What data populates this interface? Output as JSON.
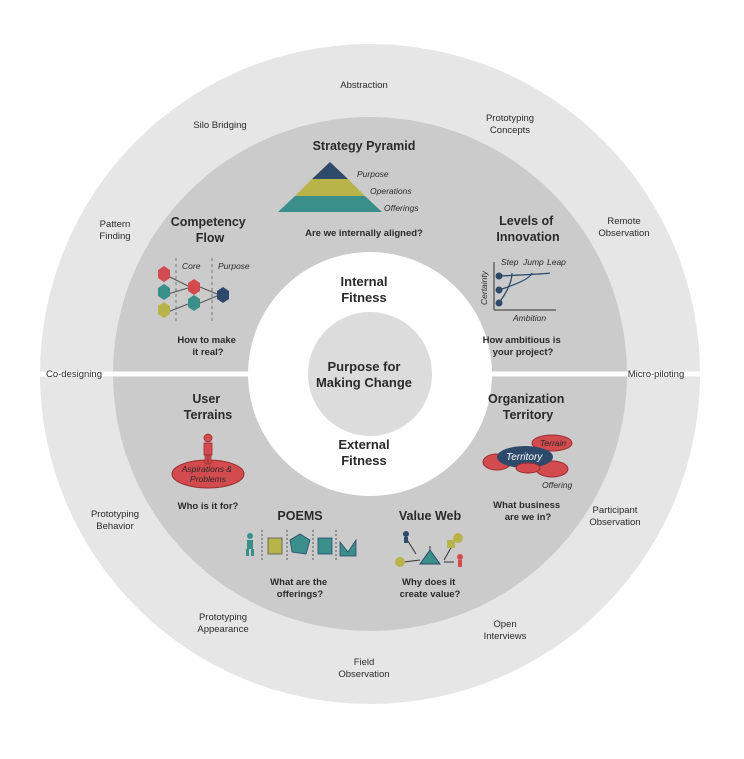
{
  "colors": {
    "outer_ring": "#e6e6e6",
    "middle_ring": "#cbcbcb",
    "inner_ring": "#ffffff",
    "core": "#dcdcdc",
    "divider": "#ffffff",
    "navy": "#2d4a6b",
    "teal": "#3a8f8a",
    "olive": "#b9b44a",
    "red": "#d24b4f"
  },
  "outer": [
    "Abstraction",
    "Prototyping Concepts",
    "Remote Observation",
    "Micro-piloting",
    "Participant Observation",
    "Open Interviews",
    "Field Observation",
    "Prototyping Appearance",
    "Prototyping Behavior",
    "Co-designing",
    "Pattern Finding",
    "Silo Bridging"
  ],
  "inner": {
    "top": "Internal Fitness",
    "bottom": "External Fitness",
    "center": "Purpose for Making Change"
  },
  "sections": {
    "strategy": {
      "title": "Strategy Pyramid",
      "question": "Are we internally aligned?",
      "labels": [
        "Purpose",
        "Operations",
        "Offerings"
      ]
    },
    "innovation": {
      "title": [
        "Levels of",
        "Innovation"
      ],
      "question": [
        "How ambitious is",
        "your project?"
      ],
      "steps": [
        "Step",
        "Jump",
        "Leap"
      ],
      "y_label": "Certainty",
      "x_label": "Ambition"
    },
    "competency": {
      "title": [
        "Competency",
        "Flow"
      ],
      "question": [
        "How to make",
        "it real?"
      ],
      "labels": [
        "Core",
        "Purpose"
      ]
    },
    "users": {
      "title": [
        "User",
        "Terrains"
      ],
      "question": "Who is it for?",
      "label": [
        "Aspirations &",
        "Problems"
      ]
    },
    "org": {
      "title": [
        "Organization",
        "Territory"
      ],
      "question": [
        "What business",
        "are we in?"
      ],
      "labels": [
        "Terrain",
        "Territory",
        "Offering"
      ]
    },
    "poems": {
      "title": "POEMS",
      "question": [
        "What are the",
        "offerings?"
      ]
    },
    "valueweb": {
      "title": "Value Web",
      "question": [
        "Why does it",
        "create value?"
      ]
    }
  }
}
